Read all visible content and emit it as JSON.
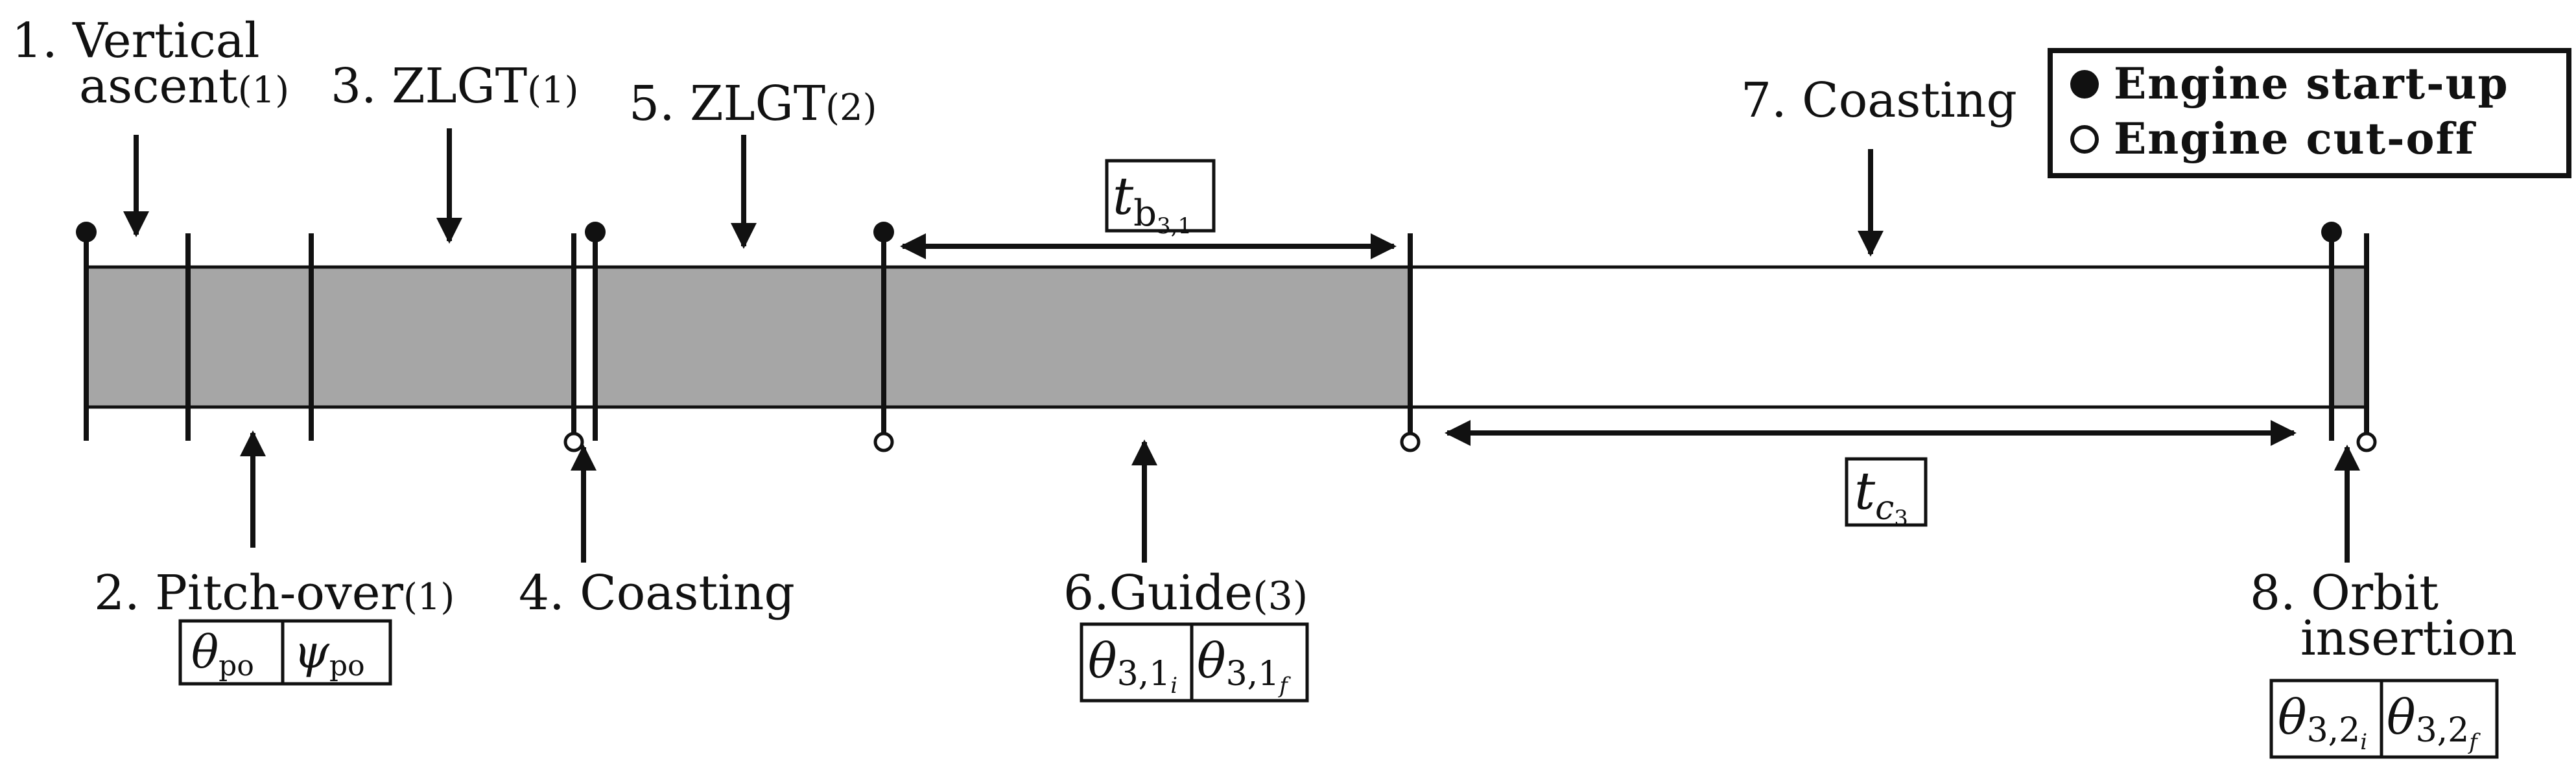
{
  "colors": {
    "burn": "#a6a6a6",
    "coast": "#ffffff",
    "stroke": "#111111"
  },
  "phases": {
    "p1_line1": "1. Vertical",
    "p1_line2": "ascent",
    "p1_num": "(1)",
    "p2": "2. Pitch-over",
    "p2_num": "(1)",
    "p3": "3. ZLGT",
    "p3_num": "(1)",
    "p4": "4. Coasting",
    "p5": "5. ZLGT",
    "p5_num": "(2)",
    "p6": "6.Guide",
    "p6_num": "(3)",
    "p7": "7. Coasting",
    "p8_line1": "8. Orbit",
    "p8_line2": "insertion"
  },
  "params": {
    "pitch_over": [
      {
        "sym": "θ",
        "sub": "po"
      },
      {
        "sym": "ψ",
        "sub": "po"
      }
    ],
    "guide": [
      {
        "sym": "θ",
        "sub": "3,1",
        "subsub": "i"
      },
      {
        "sym": "θ",
        "sub": "3,1",
        "subsub": "f"
      }
    ],
    "orbit": [
      {
        "sym": "θ",
        "sub": "3,2",
        "subsub": "i"
      },
      {
        "sym": "θ",
        "sub": "3,2",
        "subsub": "f"
      }
    ],
    "burn_time": {
      "sym": "t",
      "sub": "b",
      "subsub": "3,1"
    },
    "coast_time": {
      "sym": "t",
      "sub": "c",
      "subsub": "3"
    }
  },
  "legend": {
    "startup": "Engine start-up",
    "cutoff": "Engine cut-off"
  }
}
